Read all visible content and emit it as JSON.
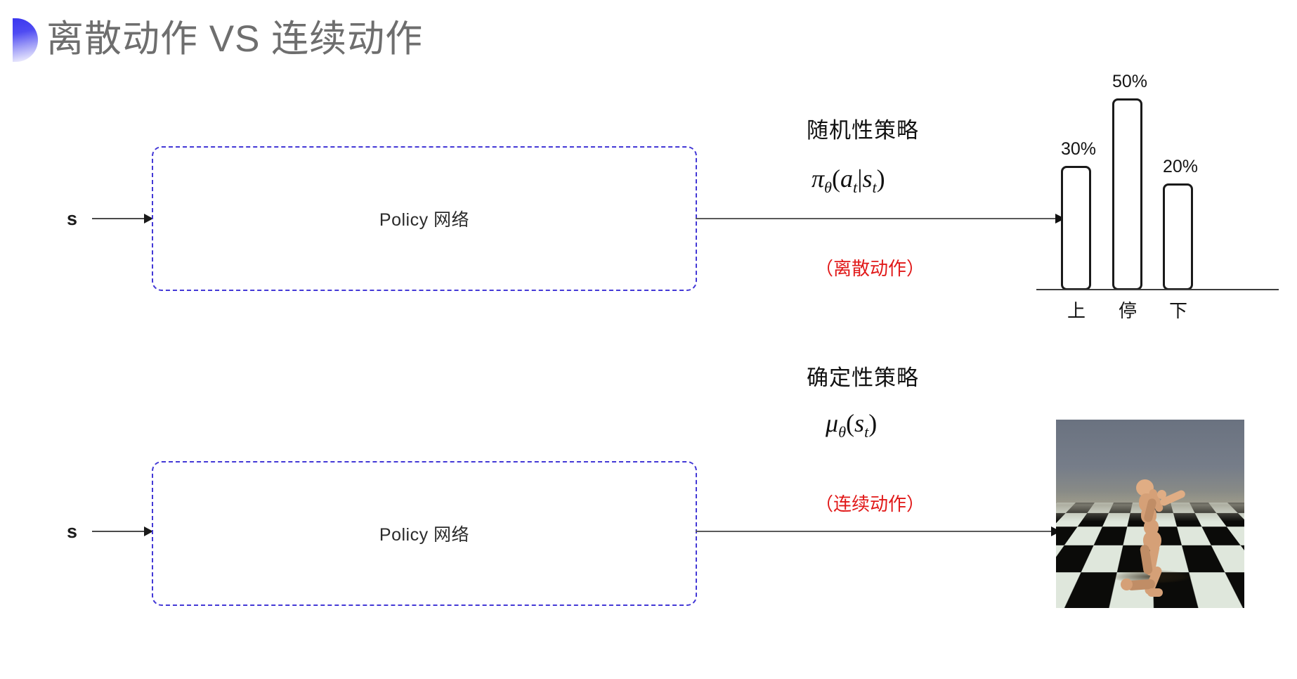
{
  "title": "离散动作 VS 连续动作",
  "bullet_color_top": "#3a36ef",
  "bullet_color_bottom": "#e9e8fd",
  "box_border_color": "#4338d6",
  "red_accent": "#e11919",
  "rows": {
    "discrete": {
      "state_label": "s",
      "policy_box_label": "Policy 网络",
      "annotation_title": "随机性策略",
      "formula_main": "π",
      "formula_theta": "θ",
      "formula_args_open": "(",
      "formula_a": "a",
      "formula_a_sub": "t",
      "formula_bar": "|",
      "formula_s": "s",
      "formula_s_sub": "t",
      "formula_args_close": ")",
      "formula_plain": "πθ(at|st)",
      "note": "（离散动作）"
    },
    "continuous": {
      "state_label": "s",
      "policy_box_label": "Policy 网络",
      "annotation_title": "确定性策略",
      "formula_main": "μ",
      "formula_theta": "θ",
      "formula_args_open": "(",
      "formula_s": "s",
      "formula_s_sub": "t",
      "formula_args_close": ")",
      "formula_plain": "μθ(st)",
      "note": "（连续动作）"
    }
  },
  "chart_data": {
    "type": "bar",
    "title": "",
    "categories": [
      "上",
      "停",
      "下"
    ],
    "values": [
      30,
      50,
      20
    ],
    "value_labels": [
      "30%",
      "50%",
      "20%"
    ],
    "xlabel": "",
    "ylabel": "",
    "ylim": [
      0,
      60
    ],
    "grid": false,
    "legend": "none",
    "bar_fill": "#ffffff",
    "bar_stroke": "#1a1a1a"
  },
  "sim_image": {
    "caption": "",
    "description": "MuJoCo humanoid kneeling on a black-and-white checkerboard floor under a gray sky"
  }
}
